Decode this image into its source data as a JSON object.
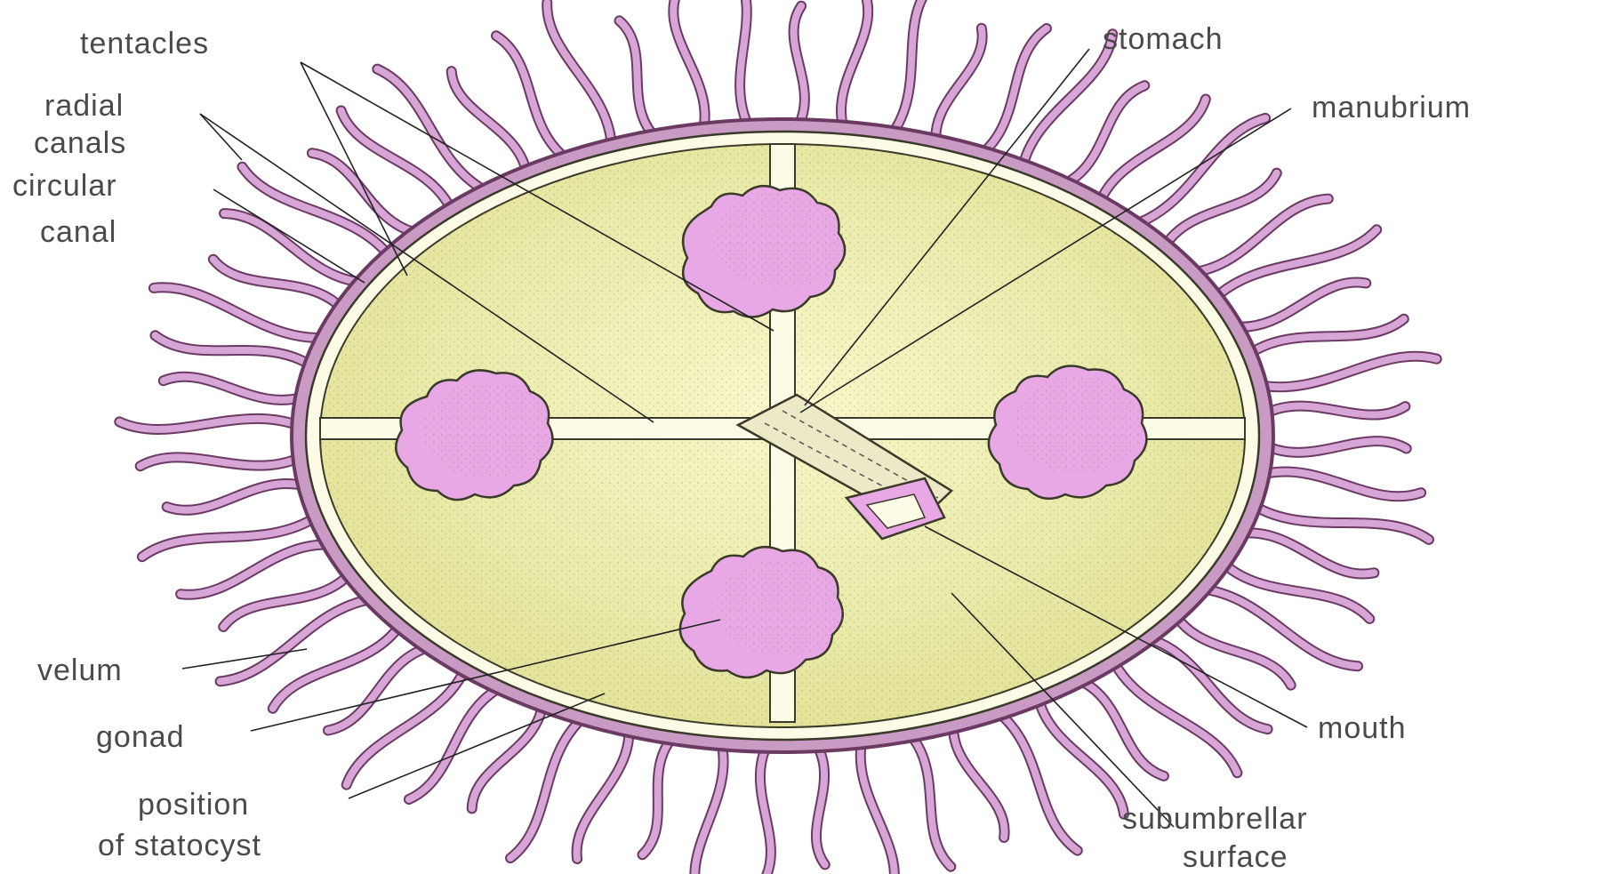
{
  "labels": {
    "tentacles": "tentacles",
    "radial_canals_1": "radial",
    "radial_canals_2": "canals",
    "circular_canal_1": "circular",
    "circular_canal_2": "canal",
    "velum": "velum",
    "gonad": "gonad",
    "statocyst_1": "position",
    "statocyst_2": "of statocyst",
    "stomach": "stomach",
    "manubrium": "manubrium",
    "mouth": "mouth",
    "subumbrellar_1": "subumbrellar",
    "subumbrellar_2": "surface"
  },
  "colors": {
    "bell_fill": "#f1f1b4",
    "bell_rim": "#7a4a6a",
    "tentacle": "#d8a6d6",
    "tentacle_outline": "#6b3a63",
    "gonad": "#e8a8e6",
    "canal": "#fbfbe6",
    "canal_outline": "#3a3a2a"
  }
}
